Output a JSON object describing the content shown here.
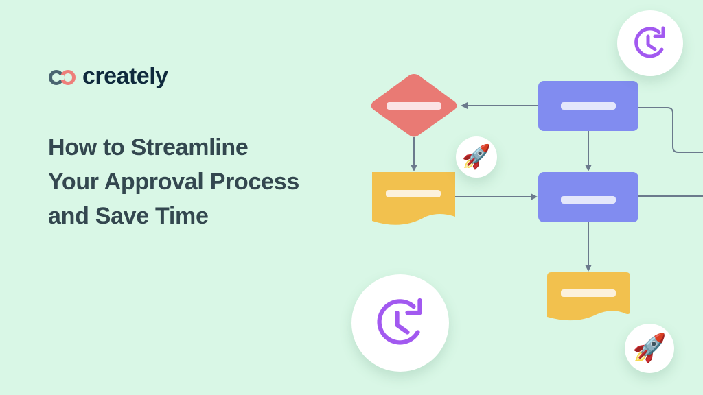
{
  "brand": {
    "name": "creately",
    "logo_icon": "creately-infinity-logo-icon",
    "colors": {
      "logo_left": "#4a6470",
      "logo_right": "#ee7f7a",
      "text": "#0f2a3d"
    }
  },
  "headline": {
    "lines": [
      "How to Streamline",
      "Your Approval Process",
      "and Save Time"
    ]
  },
  "diagram": {
    "colors": {
      "background": "#d9f7e6",
      "decision": "#e97a74",
      "process": "#818cf0",
      "document": "#f2c14e",
      "connector": "#6b7a8c",
      "clock_icon": "#a259f0"
    },
    "shapes": [
      {
        "type": "decision-diamond",
        "label": ""
      },
      {
        "type": "process-box",
        "label": ""
      },
      {
        "type": "process-box",
        "label": ""
      },
      {
        "type": "document",
        "label": ""
      },
      {
        "type": "document",
        "label": ""
      }
    ],
    "badges": [
      {
        "icon": "clock-refresh-icon"
      },
      {
        "icon": "clock-refresh-icon"
      },
      {
        "icon": "rocket-icon",
        "glyph": "🚀"
      },
      {
        "icon": "rocket-icon",
        "glyph": "🚀"
      }
    ]
  }
}
